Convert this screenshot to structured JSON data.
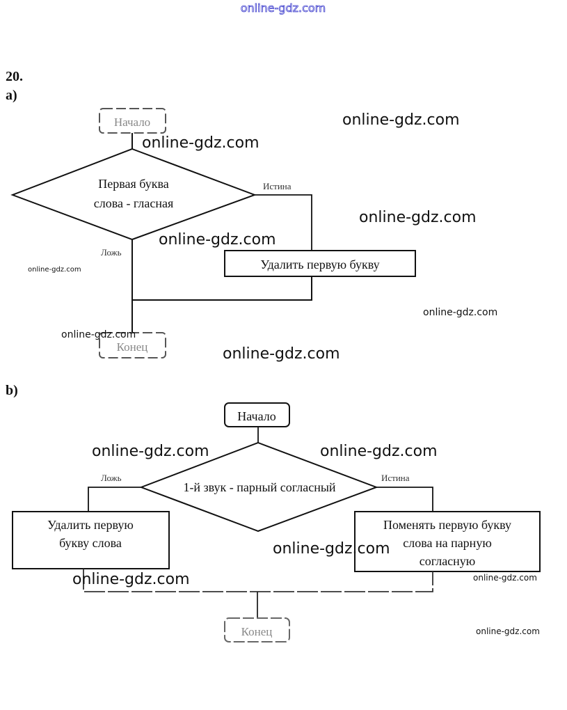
{
  "header_watermark": "online-gdz.com",
  "problem_number": "20.",
  "part_a": {
    "label": "а)",
    "start": "Начало",
    "decision_line1": "Первая буква",
    "decision_line2": "слова - гласная",
    "true_label": "Истина",
    "false_label": "Ложь",
    "action": "Удалить первую букву",
    "end": "Конец"
  },
  "part_b": {
    "label": "b)",
    "start": "Начало",
    "decision": "1-й звук - парный согласный",
    "true_label": "Истина",
    "false_label": "Ложь",
    "false_action_line1": "Удалить первую",
    "false_action_line2": "букву слова",
    "true_action_line1": "Поменять первую букву",
    "true_action_line2": "слова на парную",
    "true_action_line3": "согласную",
    "end": "Конец"
  },
  "watermarks": {
    "text": "online-gdz.com"
  }
}
